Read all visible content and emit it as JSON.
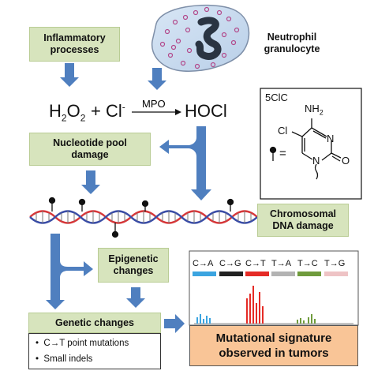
{
  "nodes": {
    "inflammatory": [
      "Inflammatory",
      "processes"
    ],
    "neutrophil": [
      "Neutrophil",
      "granulocyte"
    ],
    "nucleotide_pool": [
      "Nucleotide pool",
      "damage"
    ],
    "chromosomal": [
      "Chromosomal",
      "DNA damage"
    ],
    "epigenetic": [
      "Epigenetic",
      "changes"
    ],
    "genetic": "Genetic changes",
    "genetic_items": [
      "C→T point mutations",
      "Small indels"
    ],
    "signature": [
      "Mutational signature",
      "observed in tumors"
    ]
  },
  "equation": {
    "h2o2": "H",
    "h2o2_sub1": "2",
    "h2o2_o": "O",
    "h2o2_sub2": "2",
    "plus": "+",
    "cl": "Cl",
    "cl_sup": "-",
    "mpo": "MPO",
    "hocl": "HOCl"
  },
  "chemical": {
    "label": "5ClC",
    "nh2": "NH",
    "nh2_sub": "2",
    "cl": "Cl",
    "n_top": "N",
    "n_bottom": "N",
    "o": "O",
    "equals": "="
  },
  "spectrum": {
    "contexts": [
      "C→A",
      "C→G",
      "C→T",
      "T→A",
      "T→C",
      "T→G"
    ],
    "colors": [
      "#3ba4e0",
      "#222222",
      "#e52b26",
      "#b3b3b3",
      "#6f9b3c",
      "#eec3c5"
    ]
  },
  "colors": {
    "box_fill": "#d7e4bd",
    "arrow": "#4f7fbf",
    "signature_fill": "#f9c597",
    "dna_red": "#d6383a",
    "dna_blue": "#3a4da6"
  }
}
